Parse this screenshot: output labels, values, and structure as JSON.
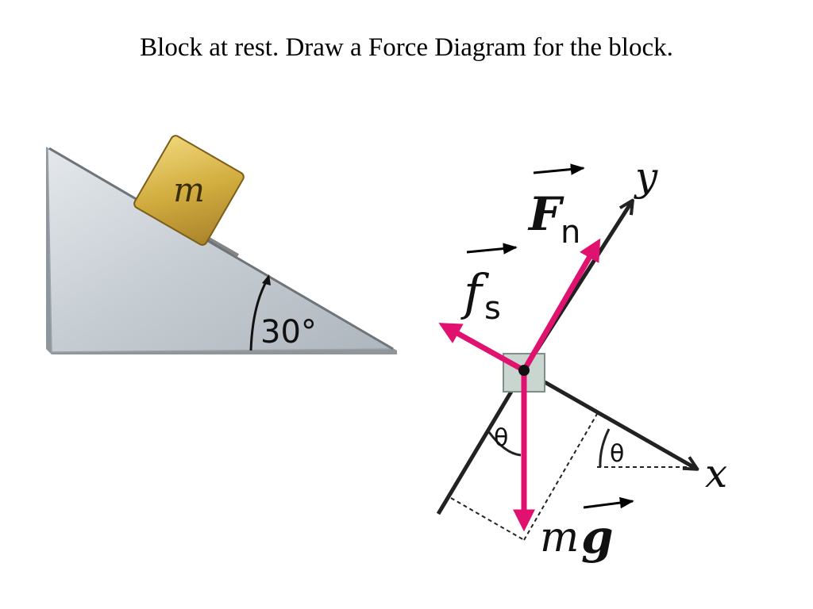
{
  "title": "Block at rest. Draw a Force Diagram for the block.",
  "incline": {
    "block_label": "m",
    "angle_label": "30°"
  },
  "fbd": {
    "normal_force_letter": "F",
    "normal_force_subscript": "n",
    "friction_letter": "f",
    "friction_subscript": "s",
    "weight_m": "m",
    "weight_g": "g",
    "theta_left": "θ",
    "theta_right": "θ",
    "x_axis": "x",
    "y_axis": "y"
  },
  "colors": {
    "force": "#e0116f",
    "axis": "#222222",
    "block": "#c9d6d0",
    "incline": "#c8ced4",
    "mass_block": "#d4b042"
  }
}
